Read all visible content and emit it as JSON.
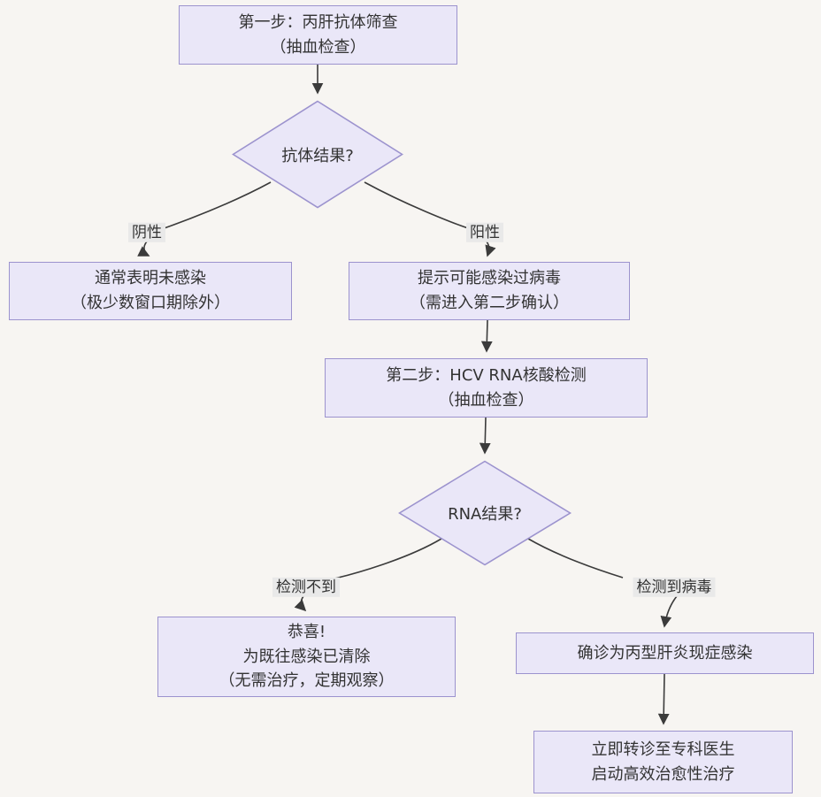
{
  "colors": {
    "node_fill": "#EAE7F8",
    "node_border": "#9C93CE",
    "edge_line": "#3b3b3b",
    "edge_label_bg": "#e9e9e9",
    "text": "#333333",
    "background": "#f7f5f2"
  },
  "nodes": {
    "step1": {
      "label": "第一步：丙肝抗体筛查\n（抽血检查）"
    },
    "antibody_decision": {
      "label": "抗体结果?"
    },
    "negative_result": {
      "label": "通常表明未感染\n（极少数窗口期除外）"
    },
    "positive_result": {
      "label": "提示可能感染过病毒\n（需进入第二步确认）"
    },
    "step2": {
      "label": "第二步：HCV RNA核酸检测\n（抽血检查）"
    },
    "rna_decision": {
      "label": "RNA结果?"
    },
    "cleared": {
      "label": "恭喜!\n为既往感染已清除\n（无需治疗，定期观察）"
    },
    "confirmed": {
      "label": "确诊为丙型肝炎现症感染"
    },
    "referral": {
      "label": "立即转诊至专科医生\n启动高效治愈性治疗"
    }
  },
  "edge_labels": {
    "negative": "阴性",
    "positive": "阳性",
    "undetected": "检测不到",
    "detected": "检测到病毒"
  }
}
